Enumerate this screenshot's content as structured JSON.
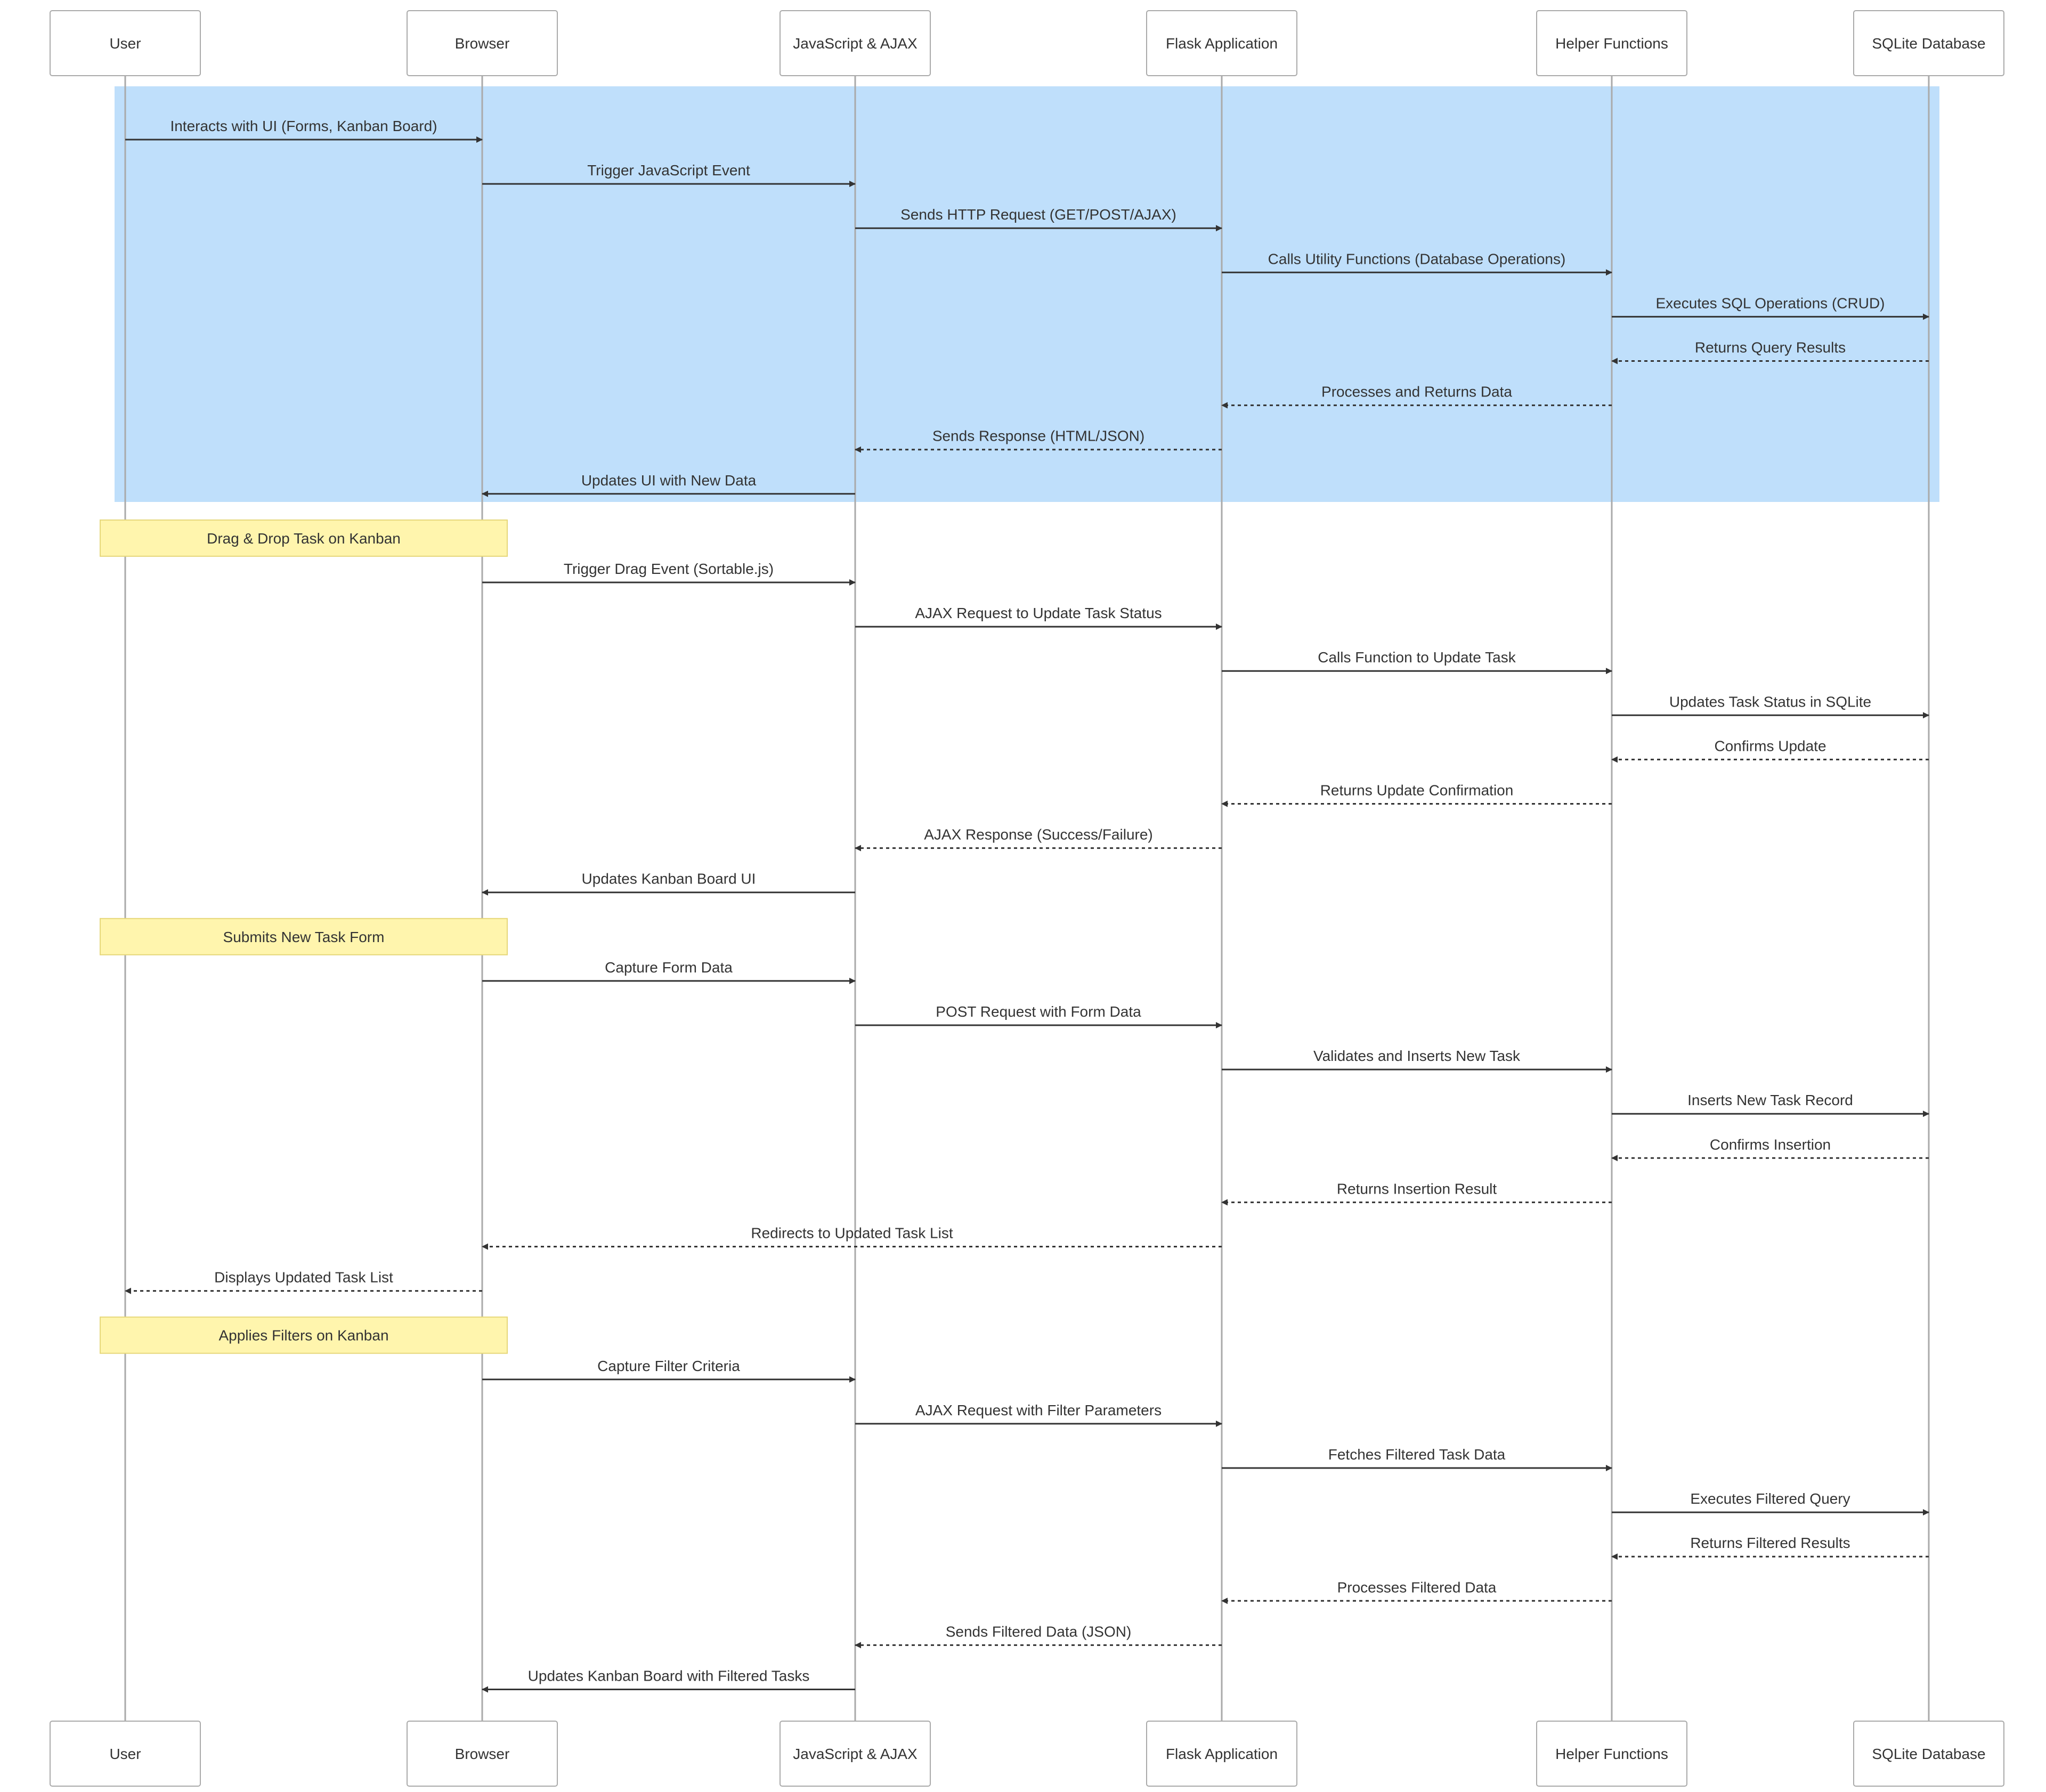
{
  "participants": [
    {
      "id": "user",
      "label": "User"
    },
    {
      "id": "browser",
      "label": "Browser"
    },
    {
      "id": "js",
      "label": "JavaScript & AJAX"
    },
    {
      "id": "flask",
      "label": "Flask Application"
    },
    {
      "id": "helper",
      "label": "Helper Functions"
    },
    {
      "id": "db",
      "label": "SQLite Database"
    }
  ],
  "colors": {
    "highlight": "#bfdffb",
    "note_fill": "#fff5ad",
    "note_border": "#e6d77a",
    "line": "#333333",
    "lifeline": "#aaaaaa"
  },
  "steps": [
    {
      "kind": "message",
      "from": "user",
      "to": "browser",
      "label": "Interacts with UI (Forms, Kanban Board)",
      "style": "solid"
    },
    {
      "kind": "message",
      "from": "browser",
      "to": "js",
      "label": "Trigger JavaScript Event",
      "style": "solid"
    },
    {
      "kind": "message",
      "from": "js",
      "to": "flask",
      "label": "Sends HTTP Request (GET/POST/AJAX)",
      "style": "solid"
    },
    {
      "kind": "message",
      "from": "flask",
      "to": "helper",
      "label": "Calls Utility Functions (Database Operations)",
      "style": "solid"
    },
    {
      "kind": "message",
      "from": "helper",
      "to": "db",
      "label": "Executes SQL Operations (CRUD)",
      "style": "solid"
    },
    {
      "kind": "message",
      "from": "db",
      "to": "helper",
      "label": "Returns Query Results",
      "style": "dashed"
    },
    {
      "kind": "message",
      "from": "helper",
      "to": "flask",
      "label": "Processes and Returns Data",
      "style": "dashed"
    },
    {
      "kind": "message",
      "from": "flask",
      "to": "js",
      "label": "Sends Response (HTML/JSON)",
      "style": "dashed"
    },
    {
      "kind": "message",
      "from": "js",
      "to": "browser",
      "label": "Updates UI with New Data",
      "style": "solid"
    },
    {
      "kind": "note",
      "over": [
        "user",
        "browser"
      ],
      "label": "Drag & Drop Task on Kanban"
    },
    {
      "kind": "message",
      "from": "browser",
      "to": "js",
      "label": "Trigger Drag Event (Sortable.js)",
      "style": "solid"
    },
    {
      "kind": "message",
      "from": "js",
      "to": "flask",
      "label": "AJAX Request to Update Task Status",
      "style": "solid"
    },
    {
      "kind": "message",
      "from": "flask",
      "to": "helper",
      "label": "Calls Function to Update Task",
      "style": "solid"
    },
    {
      "kind": "message",
      "from": "helper",
      "to": "db",
      "label": "Updates Task Status in SQLite",
      "style": "solid"
    },
    {
      "kind": "message",
      "from": "db",
      "to": "helper",
      "label": "Confirms Update",
      "style": "dashed"
    },
    {
      "kind": "message",
      "from": "helper",
      "to": "flask",
      "label": "Returns Update Confirmation",
      "style": "dashed"
    },
    {
      "kind": "message",
      "from": "flask",
      "to": "js",
      "label": "AJAX Response (Success/Failure)",
      "style": "dashed"
    },
    {
      "kind": "message",
      "from": "js",
      "to": "browser",
      "label": "Updates Kanban Board UI",
      "style": "solid"
    },
    {
      "kind": "note",
      "over": [
        "user",
        "browser"
      ],
      "label": "Submits New Task Form"
    },
    {
      "kind": "message",
      "from": "browser",
      "to": "js",
      "label": "Capture Form Data",
      "style": "solid"
    },
    {
      "kind": "message",
      "from": "js",
      "to": "flask",
      "label": "POST Request with Form Data",
      "style": "solid"
    },
    {
      "kind": "message",
      "from": "flask",
      "to": "helper",
      "label": "Validates and Inserts New Task",
      "style": "solid"
    },
    {
      "kind": "message",
      "from": "helper",
      "to": "db",
      "label": "Inserts New Task Record",
      "style": "solid"
    },
    {
      "kind": "message",
      "from": "db",
      "to": "helper",
      "label": "Confirms Insertion",
      "style": "dashed"
    },
    {
      "kind": "message",
      "from": "helper",
      "to": "flask",
      "label": "Returns Insertion Result",
      "style": "dashed"
    },
    {
      "kind": "message",
      "from": "flask",
      "to": "browser",
      "label": "Redirects to Updated Task List",
      "style": "dashed"
    },
    {
      "kind": "message",
      "from": "browser",
      "to": "user",
      "label": "Displays Updated Task List",
      "style": "dashed"
    },
    {
      "kind": "note",
      "over": [
        "user",
        "browser"
      ],
      "label": "Applies Filters on Kanban"
    },
    {
      "kind": "message",
      "from": "browser",
      "to": "js",
      "label": "Capture Filter Criteria",
      "style": "solid"
    },
    {
      "kind": "message",
      "from": "js",
      "to": "flask",
      "label": "AJAX Request with Filter Parameters",
      "style": "solid"
    },
    {
      "kind": "message",
      "from": "flask",
      "to": "helper",
      "label": "Fetches Filtered Task Data",
      "style": "solid"
    },
    {
      "kind": "message",
      "from": "helper",
      "to": "db",
      "label": "Executes Filtered Query",
      "style": "solid"
    },
    {
      "kind": "message",
      "from": "db",
      "to": "helper",
      "label": "Returns Filtered Results",
      "style": "dashed"
    },
    {
      "kind": "message",
      "from": "helper",
      "to": "flask",
      "label": "Processes Filtered Data",
      "style": "dashed"
    },
    {
      "kind": "message",
      "from": "flask",
      "to": "js",
      "label": "Sends Filtered Data (JSON)",
      "style": "dashed"
    },
    {
      "kind": "message",
      "from": "js",
      "to": "browser",
      "label": "Updates Kanban Board with Filtered Tasks",
      "style": "solid"
    }
  ]
}
